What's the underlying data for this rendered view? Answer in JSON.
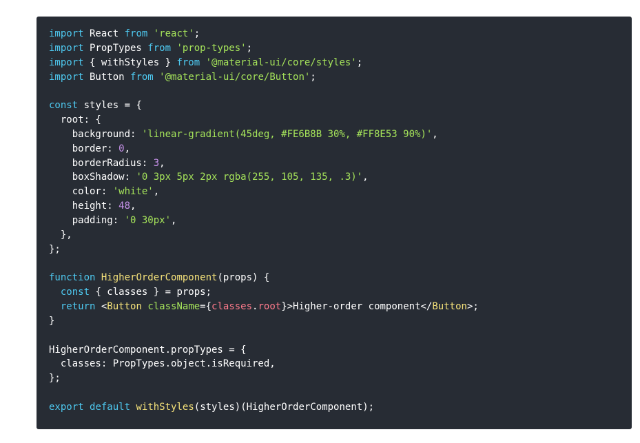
{
  "code": {
    "lines": [
      [
        {
          "t": "import",
          "c": "keyword"
        },
        {
          "t": " React ",
          "c": "plain"
        },
        {
          "t": "from",
          "c": "keyword"
        },
        {
          "t": " ",
          "c": "plain"
        },
        {
          "t": "'react'",
          "c": "string"
        },
        {
          "t": ";",
          "c": "plain"
        }
      ],
      [
        {
          "t": "import",
          "c": "keyword"
        },
        {
          "t": " PropTypes ",
          "c": "plain"
        },
        {
          "t": "from",
          "c": "keyword"
        },
        {
          "t": " ",
          "c": "plain"
        },
        {
          "t": "'prop-types'",
          "c": "string"
        },
        {
          "t": ";",
          "c": "plain"
        }
      ],
      [
        {
          "t": "import",
          "c": "keyword"
        },
        {
          "t": " { withStyles } ",
          "c": "plain"
        },
        {
          "t": "from",
          "c": "keyword"
        },
        {
          "t": " ",
          "c": "plain"
        },
        {
          "t": "'@material-ui/core/styles'",
          "c": "string"
        },
        {
          "t": ";",
          "c": "plain"
        }
      ],
      [
        {
          "t": "import",
          "c": "keyword"
        },
        {
          "t": " Button ",
          "c": "plain"
        },
        {
          "t": "from",
          "c": "keyword"
        },
        {
          "t": " ",
          "c": "plain"
        },
        {
          "t": "'@material-ui/core/Button'",
          "c": "string"
        },
        {
          "t": ";",
          "c": "plain"
        }
      ],
      [],
      [
        {
          "t": "const",
          "c": "keyword"
        },
        {
          "t": " styles = {",
          "c": "plain"
        }
      ],
      [
        {
          "t": "  root: {",
          "c": "plain"
        }
      ],
      [
        {
          "t": "    background: ",
          "c": "plain"
        },
        {
          "t": "'linear-gradient(45deg, #FE6B8B 30%, #FF8E53 90%)'",
          "c": "string"
        },
        {
          "t": ",",
          "c": "plain"
        }
      ],
      [
        {
          "t": "    border: ",
          "c": "plain"
        },
        {
          "t": "0",
          "c": "number"
        },
        {
          "t": ",",
          "c": "plain"
        }
      ],
      [
        {
          "t": "    borderRadius: ",
          "c": "plain"
        },
        {
          "t": "3",
          "c": "number"
        },
        {
          "t": ",",
          "c": "plain"
        }
      ],
      [
        {
          "t": "    boxShadow: ",
          "c": "plain"
        },
        {
          "t": "'0 3px 5px 2px rgba(255, 105, 135, .3)'",
          "c": "string"
        },
        {
          "t": ",",
          "c": "plain"
        }
      ],
      [
        {
          "t": "    color: ",
          "c": "plain"
        },
        {
          "t": "'white'",
          "c": "string"
        },
        {
          "t": ",",
          "c": "plain"
        }
      ],
      [
        {
          "t": "    height: ",
          "c": "plain"
        },
        {
          "t": "48",
          "c": "number"
        },
        {
          "t": ",",
          "c": "plain"
        }
      ],
      [
        {
          "t": "    padding: ",
          "c": "plain"
        },
        {
          "t": "'0 30px'",
          "c": "string"
        },
        {
          "t": ",",
          "c": "plain"
        }
      ],
      [
        {
          "t": "  },",
          "c": "plain"
        }
      ],
      [
        {
          "t": "};",
          "c": "plain"
        }
      ],
      [],
      [
        {
          "t": "function",
          "c": "keyword"
        },
        {
          "t": " ",
          "c": "plain"
        },
        {
          "t": "HigherOrderComponent",
          "c": "func"
        },
        {
          "t": "(props) {",
          "c": "plain"
        }
      ],
      [
        {
          "t": "  ",
          "c": "plain"
        },
        {
          "t": "const",
          "c": "keyword"
        },
        {
          "t": " { classes } = props;",
          "c": "plain"
        }
      ],
      [
        {
          "t": "  ",
          "c": "plain"
        },
        {
          "t": "return",
          "c": "keyword"
        },
        {
          "t": " <",
          "c": "plain"
        },
        {
          "t": "Button",
          "c": "tag"
        },
        {
          "t": " ",
          "c": "plain"
        },
        {
          "t": "className",
          "c": "attr"
        },
        {
          "t": "={",
          "c": "plain"
        },
        {
          "t": "classes",
          "c": "prop"
        },
        {
          "t": ".",
          "c": "plain"
        },
        {
          "t": "root",
          "c": "prop"
        },
        {
          "t": "}>Higher-order component</",
          "c": "plain"
        },
        {
          "t": "Button",
          "c": "tag"
        },
        {
          "t": ">;",
          "c": "plain"
        }
      ],
      [
        {
          "t": "}",
          "c": "plain"
        }
      ],
      [],
      [
        {
          "t": "HigherOrderComponent.propTypes = {",
          "c": "plain"
        }
      ],
      [
        {
          "t": "  classes: PropTypes.object.isRequired,",
          "c": "plain"
        }
      ],
      [
        {
          "t": "};",
          "c": "plain"
        }
      ],
      [],
      [
        {
          "t": "export",
          "c": "keyword"
        },
        {
          "t": " ",
          "c": "plain"
        },
        {
          "t": "default",
          "c": "keyword"
        },
        {
          "t": " ",
          "c": "plain"
        },
        {
          "t": "withStyles",
          "c": "func"
        },
        {
          "t": "(styles)(HigherOrderComponent);",
          "c": "plain"
        }
      ]
    ]
  },
  "colors": {
    "background": "#272c34",
    "keyword": "#4ec9f0",
    "string": "#a5e35a",
    "number": "#c792ea",
    "function": "#f5e27a",
    "plain": "#ffffff"
  }
}
